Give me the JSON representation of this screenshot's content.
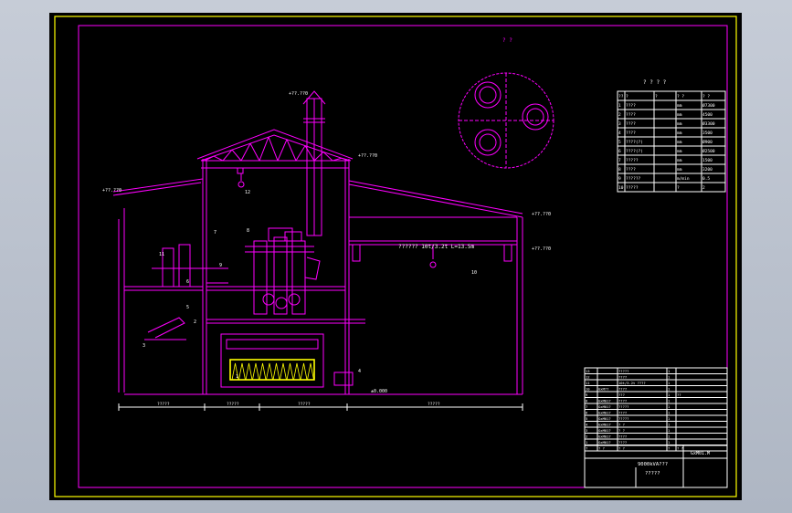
{
  "drawing": {
    "detail_label": "?  ?",
    "params_title": "? ? ? ?",
    "params_header": [
      "??",
      "?",
      "?",
      "? ?",
      "? ?"
    ],
    "params_rows": [
      {
        "no": "1",
        "name": "????",
        "unit": "mm",
        "value": "Ø7300"
      },
      {
        "no": "2",
        "name": "????",
        "unit": "mm",
        "value": "4500"
      },
      {
        "no": "3",
        "name": "????",
        "unit": "mm",
        "value": "Ø3300"
      },
      {
        "no": "4",
        "name": "????",
        "unit": "mm",
        "value": "3500"
      },
      {
        "no": "5",
        "name": "????(?)",
        "unit": "mm",
        "value": "Ø900"
      },
      {
        "no": "6",
        "name": "????(?)",
        "unit": "mm",
        "value": "Ø2500"
      },
      {
        "no": "7",
        "name": "?????",
        "unit": "mm",
        "value": "1500"
      },
      {
        "no": "8",
        "name": "????",
        "unit": "mm",
        "value": "3200"
      },
      {
        "no": "9",
        "name": "??????",
        "unit": "m/min",
        "value": "0.5"
      },
      {
        "no": "10",
        "name": "?????",
        "unit": "?",
        "value": "2"
      }
    ],
    "elevations": {
      "chimney_top": "+??.??0",
      "roof_ridge": "+??.??0",
      "left_eave": "+??.??0",
      "crane_rail": "+??.??0",
      "right_top": "+??.??0",
      "floor": "±0.000"
    },
    "crane_label": "??????  10t/3.2t  L=13.5m",
    "dimensions": [
      "?????",
      "?????",
      "?????",
      "?????"
    ],
    "part_labels": [
      "1",
      "2",
      "3",
      "4",
      "5",
      "6",
      "7",
      "8",
      "9",
      "10",
      "11",
      "12"
    ],
    "parts_list": [
      {
        "no": "13",
        "code": "",
        "name": "?????",
        "qty": "1",
        "note": ""
      },
      {
        "no": "12",
        "code": "",
        "name": "????",
        "qty": "1",
        "note": ""
      },
      {
        "no": "11",
        "code": "",
        "name": "10t/3.2t ????",
        "qty": "1",
        "note": ""
      },
      {
        "no": "10",
        "code": "GxM??",
        "name": "????",
        "qty": "1",
        "note": ""
      },
      {
        "no": "9",
        "code": "",
        "name": "???",
        "qty": "1",
        "note": "??"
      },
      {
        "no": "8",
        "code": "GxM01?",
        "name": "????",
        "qty": "1",
        "note": ""
      },
      {
        "no": "7",
        "code": "GxM01?",
        "name": "?????",
        "qty": "1",
        "note": ""
      },
      {
        "no": "6",
        "code": "GxM01?",
        "name": "????",
        "qty": "1",
        "note": ""
      },
      {
        "no": "5",
        "code": "GxM01?",
        "name": "?????",
        "qty": "1",
        "note": ""
      },
      {
        "no": "4",
        "code": "GxM01?",
        "name": "? ?",
        "qty": "1",
        "note": ""
      },
      {
        "no": "3",
        "code": "GxM01?",
        "name": "? ?",
        "qty": "1",
        "note": ""
      },
      {
        "no": "2",
        "code": "GxM01?",
        "name": "????",
        "qty": "1",
        "note": ""
      },
      {
        "no": "1",
        "code": "GxM01?",
        "name": "????",
        "qty": "1",
        "note": ""
      }
    ],
    "parts_header": [
      "?",
      "? ?",
      "? ?",
      "?",
      "? ?"
    ],
    "title_block": {
      "drawing_no": "GxM01.M",
      "title_line1": "9000kVA???",
      "title_line2": "?????"
    }
  },
  "colors": {
    "background": "#000000",
    "frame": "#ffff00",
    "linework": "#ff00ff",
    "text": "#ffffff",
    "electrode": "#ff00ff",
    "bath": "#ffff00"
  }
}
